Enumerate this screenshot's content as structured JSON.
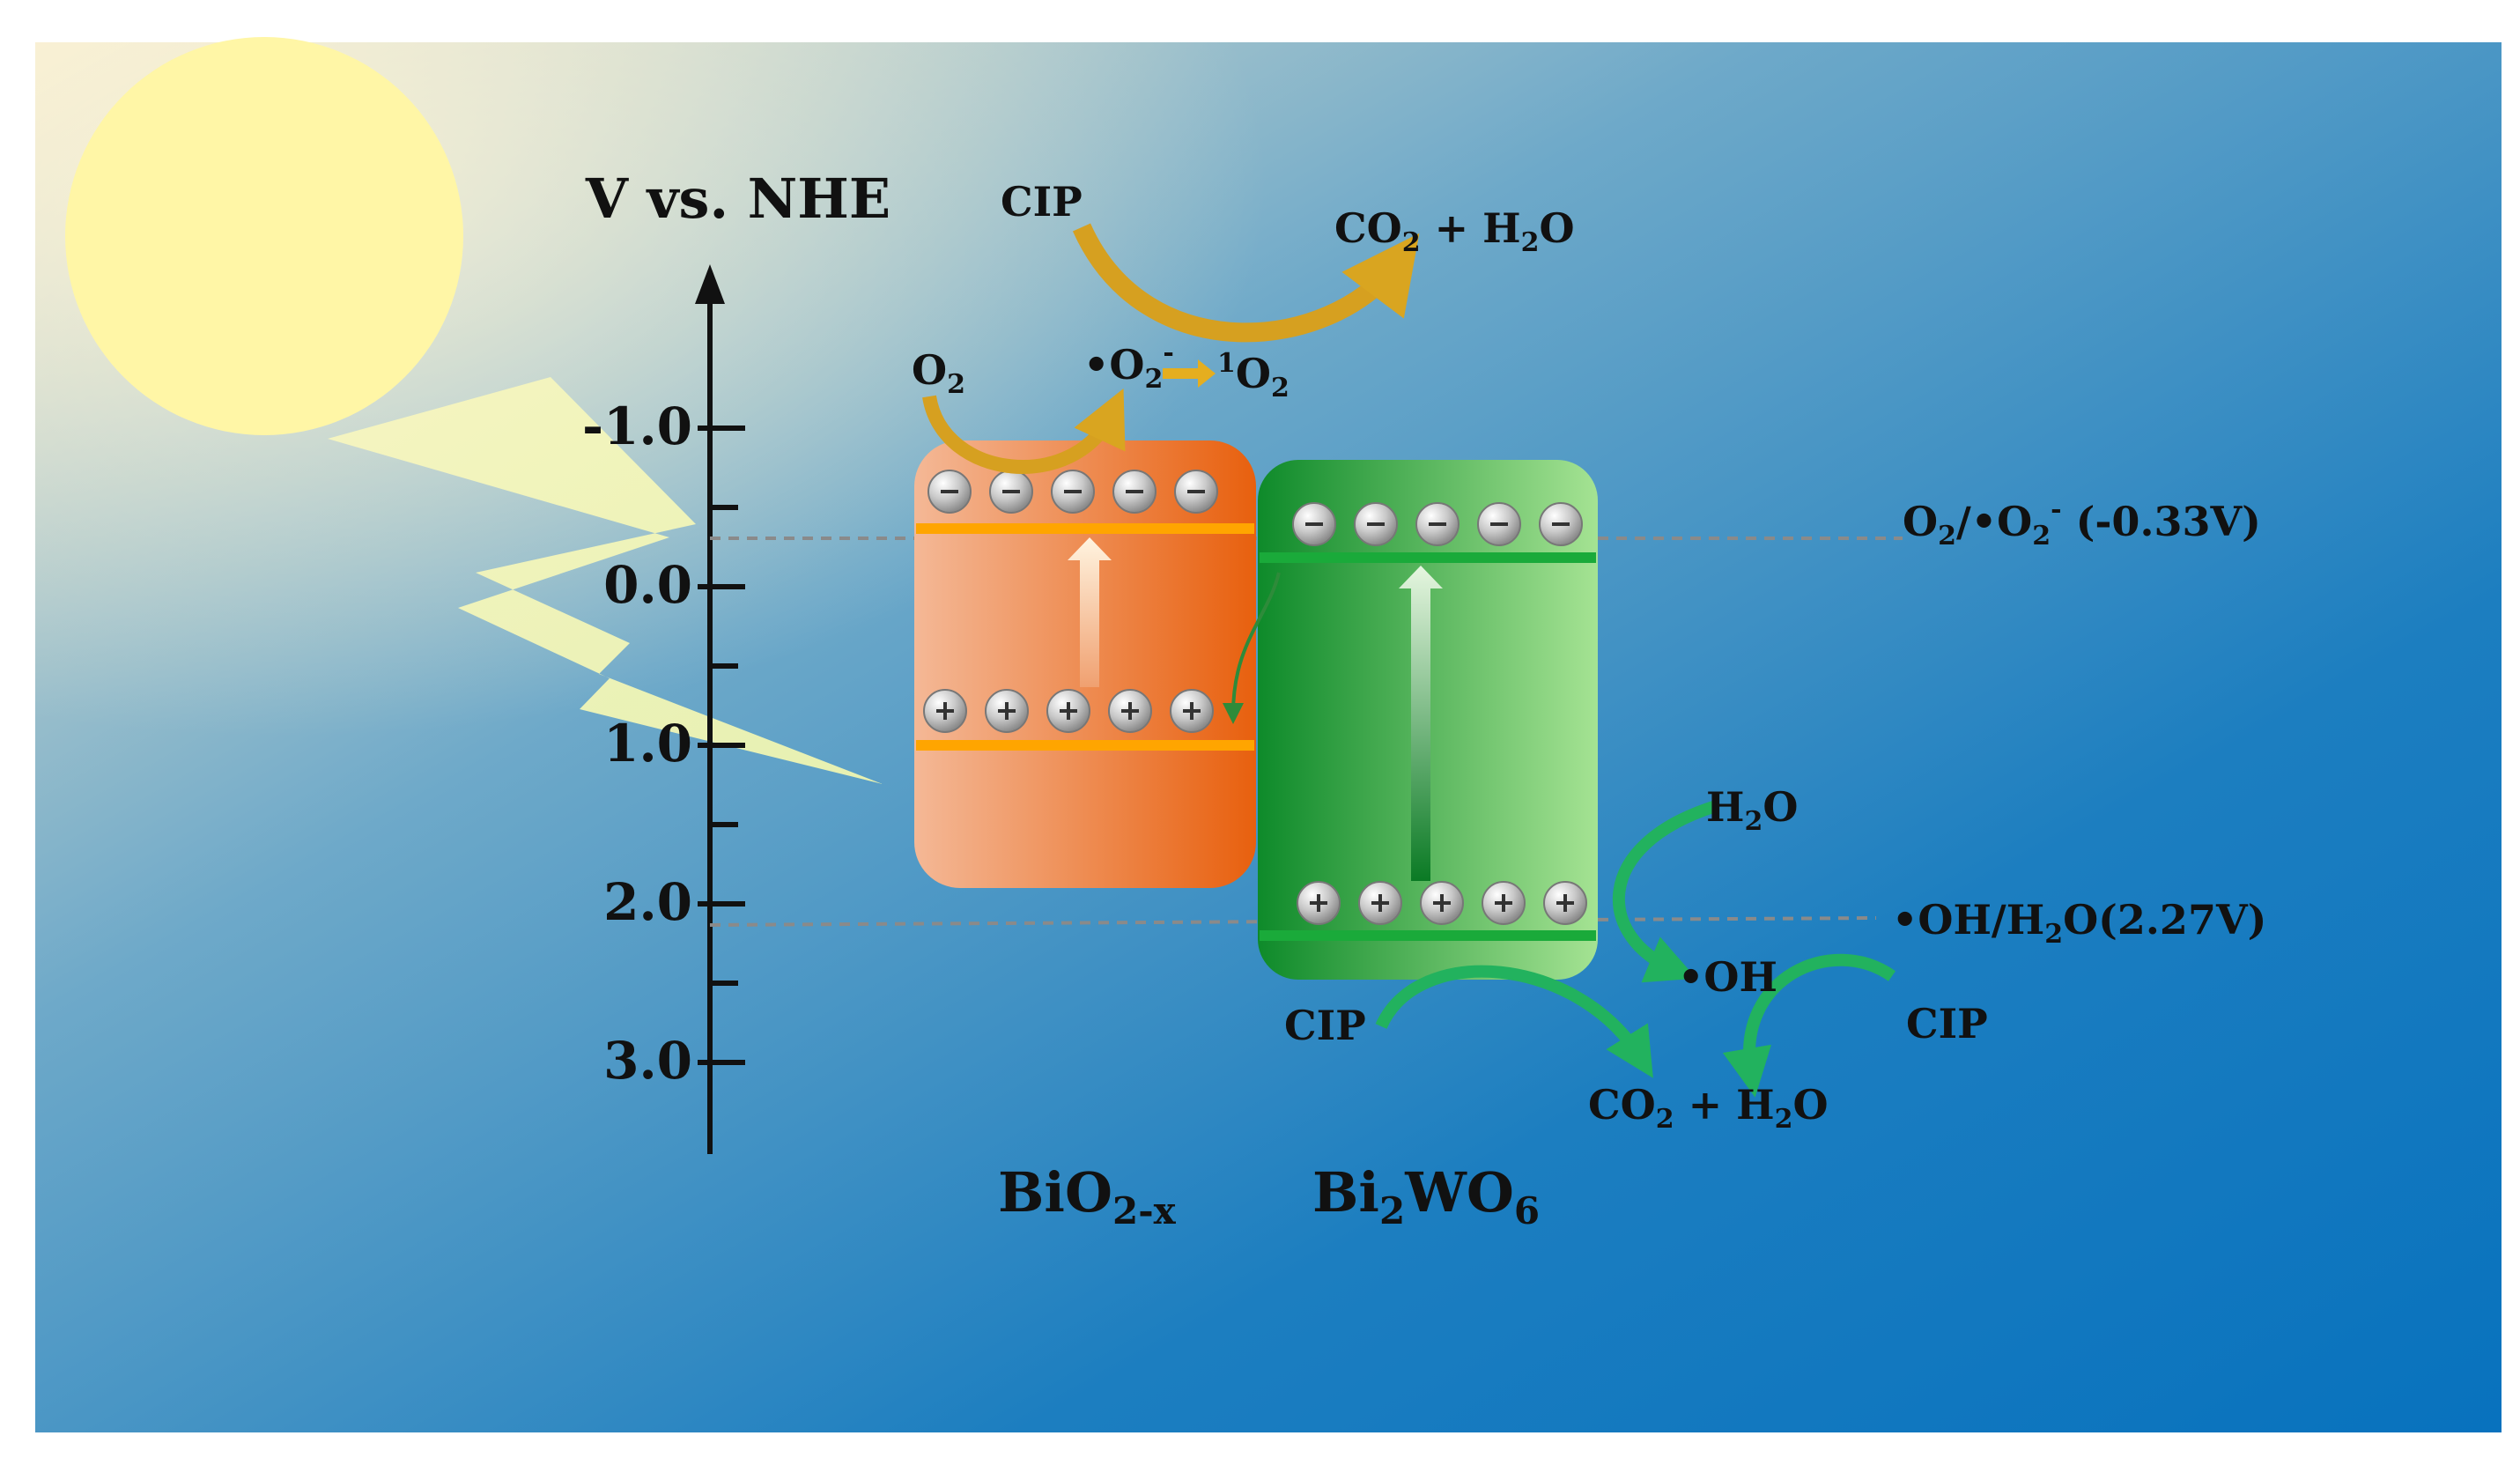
{
  "axis": {
    "title": "V vs. NHE",
    "ticks": [
      {
        "label": "-1.0",
        "value": -1.0
      },
      {
        "label": "0.0",
        "value": 0.0
      },
      {
        "label": "1.0",
        "value": 1.0
      },
      {
        "label": "2.0",
        "value": 2.0
      },
      {
        "label": "3.0",
        "value": 3.0
      }
    ],
    "minor_ticks": [
      -0.5,
      0.5,
      1.5,
      2.5
    ]
  },
  "reference_lines": {
    "o2": {
      "text_main": "O",
      "sub1": "2",
      "text_mid": "/•O",
      "sub2": "2",
      "sup": "-",
      "text_end": " (-0.33V)",
      "value": -0.33
    },
    "oh": {
      "text_main": "•OH/H",
      "sub": "2",
      "text_end": "O(2.27V)",
      "value": 2.27
    }
  },
  "materials": {
    "bio": {
      "name_main": "BiO",
      "name_sub": "2-x",
      "color_start": "#F4B896",
      "color_end": "#E8600E",
      "band_color": "#FFA500"
    },
    "bwo": {
      "name_main": "Bi",
      "name_sub1": "2",
      "name_mid": "WO",
      "name_sub2": "6",
      "color_start": "#0E8A2A",
      "color_end": "#9FDD8F",
      "band_color": "#1AAA3A"
    }
  },
  "labels": {
    "cip": "CIP",
    "co2": "CO",
    "co2_sub": "2",
    "plus": " + H",
    "h2o_sub": "2",
    "h2o_end": "O",
    "o2": "O",
    "o2_sub": "2",
    "superoxide": "•O",
    "superoxide_sub": "2",
    "superoxide_sup": "-",
    "singlet_sup": "1",
    "singlet": "O",
    "singlet_sub": "2",
    "h2o": "H",
    "h2o_label_sub": "2",
    "h2o_label_end": "O",
    "oh": "•OH"
  },
  "colors": {
    "sky_top": "#F3EAD0",
    "sky_bottom": "#0872BE",
    "sun": "#FFF6A6",
    "gold_arrow": "#D6A020",
    "green_arrow": "#20B060",
    "dashed": "#8A8A8A"
  },
  "icons": {
    "electron": "minus-sphere-icon",
    "hole": "plus-sphere-icon",
    "sun": "sun-icon",
    "lightning": "lightning-bolt-icon"
  }
}
